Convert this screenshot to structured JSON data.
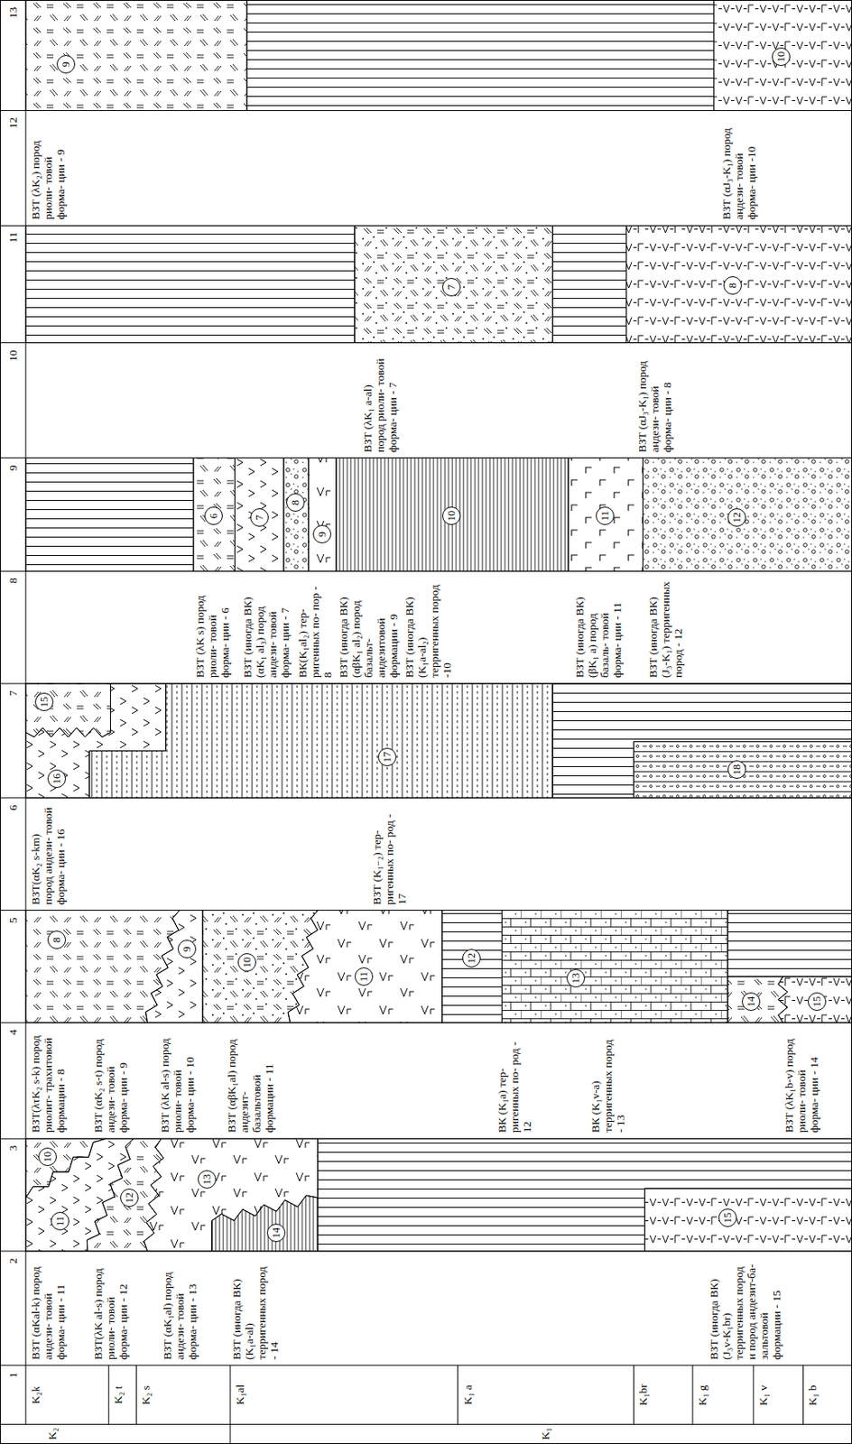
{
  "diagram": {
    "nodes": [
      {
        "text": [
          "9"
        ]
      },
      {
        "text": [
          "10"
        ]
      },
      {
        "text": [
          "7"
        ]
      },
      {
        "text": [
          "8"
        ]
      },
      {
        "text": [
          "6"
        ]
      },
      {
        "text": [
          "7"
        ]
      },
      {
        "text": [
          "8"
        ]
      },
      {
        "text": [
          "9"
        ]
      },
      {
        "text": [
          "10"
        ]
      },
      {
        "text": [
          "11"
        ]
      },
      {
        "text": [
          "12"
        ]
      },
      {
        "text": [
          "15"
        ]
      },
      {
        "text": [
          "16"
        ]
      },
      {
        "text": [
          "17"
        ]
      },
      {
        "text": [
          "18"
        ]
      },
      {
        "text": [
          "8"
        ]
      },
      {
        "text": [
          "9"
        ]
      },
      {
        "text": [
          "10"
        ]
      },
      {
        "text": [
          "11"
        ]
      },
      {
        "text": [
          "12"
        ]
      },
      {
        "text": [
          "13"
        ]
      },
      {
        "text": [
          "14"
        ]
      },
      {
        "text": [
          "15"
        ]
      },
      {
        "text": [
          "10"
        ]
      },
      {
        "text": [
          "11"
        ]
      },
      {
        "text": [
          "12"
        ]
      },
      {
        "text": [
          "13"
        ]
      },
      {
        "text": [
          "14"
        ]
      },
      {
        "text": [
          "15"
        ]
      }
    ],
    "labels": [
      "13",
      "12",
      "11",
      "10",
      "9",
      "8",
      "7",
      "6",
      "5",
      "4",
      "3",
      "2",
      "1",
      "ВЗТ (λK₂) пород риоли- товой форма- ции - 9",
      "ВЗТ (αJ₃-K₁) пород андези- товой форма- ции -10",
      "ВЗТ (λK₁ a-al) пород риоли- товой форма- ции - 7",
      "ВЗТ (αJ₃-K₁) пород андези- товой форма- ции - 8",
      "ВЗТ (λK s) пород риоли- товой форма- ции - 6",
      "ВЗТ (иногда ВК) (αK₁ al₃) пород андези- товой форма- ции - 7",
      "ВК(K₁al₂) тер- ригенных по- пор - 8",
      "ВЗТ (иногда ВК) (αβK₁ al₂) пород базальт- андезитовой формации - 9",
      "ВЗТ (иногда ВК) (K₁a-al₂) терригенных пород -10",
      "ВЗТ (иногда ВК) (βK₁ a) пород базаль- товой форма- ции - 11",
      "ВЗТ (иногда ВК) (J₃-K₁) терригенных пород - 12",
      "ВЗТ(αK₂ s-km) пород андези- товой форма- ции - 16",
      "ВЗТ (K₁₋₂) тер- ригенных по- род - 17",
      "ВЗТ(λτK₂ s-k) пород риолит- трахитовой формации - 8",
      "ВЗТ (αK₂ s-t) пород андези- товой форма- ции - 9",
      "ВЗТ (λK al-s) пород риоли- товой форма- ции - 10",
      "ВЗТ (αβK₁al) пород андезит- базальтовой формации - 11",
      "ВК (K₁a) тер- ригенных по- род - 12",
      "ВК (K₁v-a) терригенных пород - 13",
      "ВЗТ (λK₁b-v) пород риоли- товой форма- ции - 14",
      "ВЗТ (αKal-k) пород андези- товой форма- ции - 11",
      "ВЗТ(λK al-s) пород риоли- товой форма- ции - 12",
      "ВЗТ (αK₁al) пород андези- товой форма- ции - 13",
      "ВЗТ (иногда ВК) (K₁a-al) терригенных пород - 14",
      "ВЗТ (иногда ВК) (J₃v-K₁br) терригенных пород и пород андезит-ба- зальтовой формации - 15",
      "K₂k",
      "K₂ t",
      "K₂ s",
      "K₁al",
      "K₁ a",
      "K₁br",
      "K₁ g",
      "K₁ v",
      "K₁ b",
      "K₂",
      "K₁"
    ]
  }
}
